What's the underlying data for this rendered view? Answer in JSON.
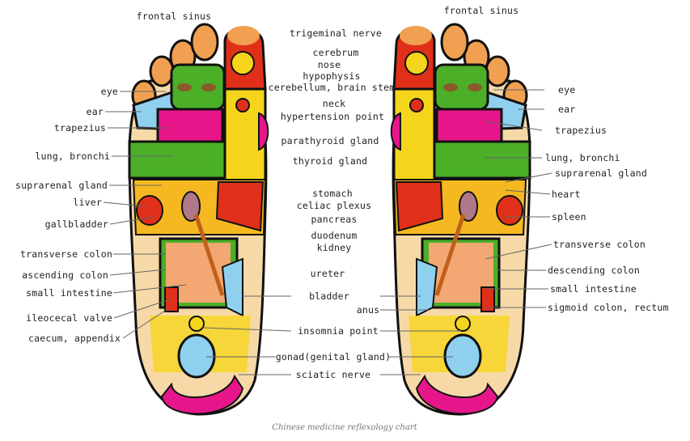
{
  "left_labels": {
    "frontal_sinus": "frontal sinus",
    "eye": "eye",
    "ear": "ear",
    "trapezius": "trapezius",
    "lung_bronchi": "lung, bronchi",
    "suprarenal_gland": "suprarenal gland",
    "liver": "liver",
    "gallbladder": "gallbladder",
    "transverse_colon": "transverse colon",
    "ascending_colon": "ascending colon",
    "small_intestine": "small intestine",
    "ileocecal_valve": "ileocecal valve",
    "caecum_appendix": "caecum, appendix"
  },
  "center_labels": {
    "trigeminal_nerve": "trigeminal nerve",
    "cerebrum": "cerebrum",
    "nose": "nose",
    "hypophysis": "hypophysis",
    "cerebellum": "cerebellum, brain stem",
    "neck": "neck",
    "hypertension_point": "hypertension point",
    "parathyroid_gland": "parathyroid gland",
    "thyroid_gland": "thyroid gland",
    "stomach": "stomach",
    "celiac_plexus": "celiac plexus",
    "pancreas": "pancreas",
    "duodenum": "duodenum",
    "kidney": "kidney",
    "ureter": "ureter",
    "bladder": "bladder",
    "anus": "anus",
    "insomnia_point": "insomnia point",
    "gonad": "gonad(genital gland)",
    "sciatic_nerve": "sciatic nerve"
  },
  "right_labels": {
    "frontal_sinus": "frontal sinus",
    "eye": "eye",
    "ear": "ear",
    "trapezius": "trapezius",
    "lung_bronchi": "lung, bronchi",
    "suprarenal_gland": "suprarenal gland",
    "heart": "heart",
    "spleen": "spleen",
    "transverse_colon": "transverse colon",
    "descending_colon": "descending colon",
    "small_intestine": "small intestine",
    "sigmoid_colon": "sigmoid colon, rectum"
  },
  "caption": "Chinese medicine reflexology chart",
  "colors": {
    "green": "#4caf28",
    "magenta": "#e6168a",
    "yellow": "#f5d51c",
    "orange": "#f0a050",
    "skin": "#f7d9a8",
    "red": "#e0301a",
    "blue": "#8fd0ee"
  }
}
